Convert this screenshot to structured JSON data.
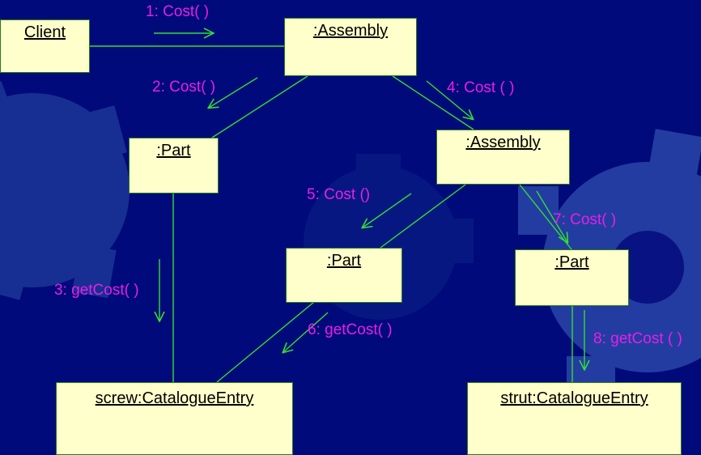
{
  "colors": {
    "background": "#000a7a",
    "gear": "#1d3a9a",
    "box_fill": "#ffffcc",
    "box_border": "#2a7a1a",
    "link": "#33dd33",
    "message": "#e81ee8"
  },
  "objects": {
    "client": "Client",
    "assembly_top": ":Assembly",
    "part_left": ":Part",
    "assembly_mid": ":Assembly",
    "part_mid": ":Part",
    "part_right": ":Part",
    "screw_entry": "screw:CatalogueEntry",
    "strut_entry": "strut:CatalogueEntry"
  },
  "messages": {
    "m1": "1: Cost( )",
    "m2": "2: Cost( )",
    "m3": "3: getCost( )",
    "m4": "4: Cost ( )",
    "m5": "5: Cost ()",
    "m6": "6: getCost( )",
    "m7": "7: Cost( )",
    "m8": "8: getCost ( )"
  }
}
